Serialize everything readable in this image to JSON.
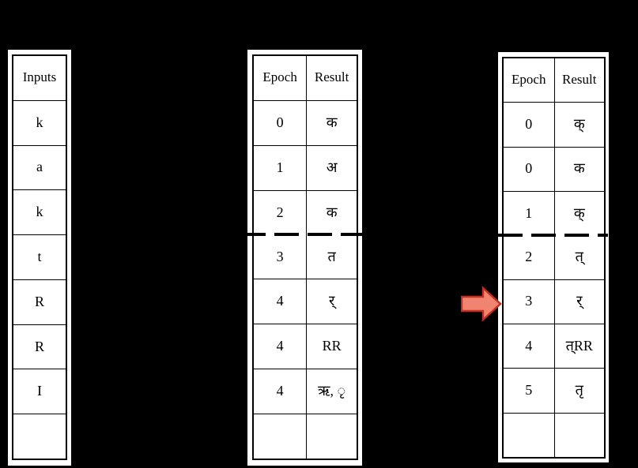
{
  "colors": {
    "background": "#000000",
    "panel": "#ffffff",
    "table_border": "#000000",
    "arrow_fill": "#F18470",
    "arrow_border": "#C52F1B"
  },
  "left_table": {
    "header": "Inputs",
    "rows": [
      "k",
      "a",
      "k",
      "t",
      "R",
      "R",
      "I",
      ""
    ]
  },
  "middle_table": {
    "headers": [
      "Epoch",
      "Result"
    ],
    "dashed_divider_after_data_row": 3,
    "rows": [
      [
        "0",
        "क"
      ],
      [
        "1",
        "अ"
      ],
      [
        "2",
        "क"
      ],
      [
        "3",
        "त"
      ],
      [
        "4",
        "र्"
      ],
      [
        "4",
        "RR"
      ],
      [
        "4",
        "ऋ, ◌ृ"
      ],
      [
        "",
        ""
      ]
    ]
  },
  "right_table": {
    "headers": [
      "Epoch",
      "Result"
    ],
    "dashed_divider_after_data_row": 3,
    "rows": [
      [
        "0",
        "क्"
      ],
      [
        "0",
        "क"
      ],
      [
        "1",
        "क्"
      ],
      [
        "2",
        "त्"
      ],
      [
        "3",
        "र्"
      ],
      [
        "4",
        "त्RR"
      ],
      [
        "5",
        "तृ"
      ],
      [
        "",
        ""
      ]
    ]
  },
  "arrow": {
    "direction": "right"
  }
}
